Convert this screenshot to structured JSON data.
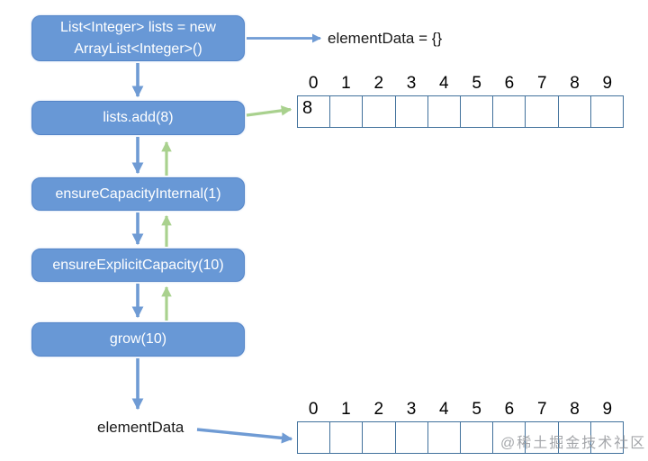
{
  "flow": {
    "boxes": [
      {
        "label": "List<Integer> lists = new ArrayList<Integer>()"
      },
      {
        "label": "lists.add(8)"
      },
      {
        "label": "ensureCapacityInternal(1)"
      },
      {
        "label": "ensureExplicitCapacity(10)"
      },
      {
        "label": "grow(10)"
      }
    ],
    "annotations": {
      "element_data_empty": "elementData = {}",
      "element_data": "elementData"
    }
  },
  "arrays": {
    "top": {
      "indices": [
        "0",
        "1",
        "2",
        "3",
        "4",
        "5",
        "6",
        "7",
        "8",
        "9"
      ],
      "values": [
        "8",
        "",
        "",
        "",
        "",
        "",
        "",
        "",
        "",
        ""
      ]
    },
    "bottom": {
      "indices": [
        "0",
        "1",
        "2",
        "3",
        "4",
        "5",
        "6",
        "7",
        "8",
        "9"
      ],
      "values": [
        "",
        "",
        "",
        "",
        "",
        "",
        "",
        "",
        "",
        ""
      ]
    }
  },
  "watermark": "@稀土掘金技术社区",
  "colors": {
    "box_fill": "#6898d6",
    "flow_arrow": "#6f9bd4",
    "return_arrow": "#a9d18e",
    "cell_border": "#41719C"
  }
}
